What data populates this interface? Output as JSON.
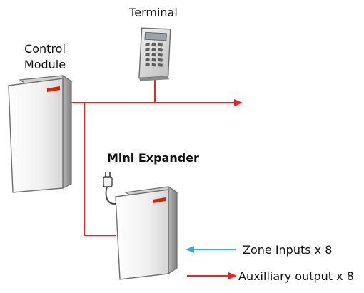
{
  "labels": {
    "terminal": "Terminal",
    "control_module_line1": "Control",
    "control_module_line2": "Module",
    "mini_expander": "Mini Expander",
    "zone_inputs": "Zone Inputs x 8",
    "auxiliary_output": "Auxilliary output x 8"
  },
  "colors": {
    "bus_line": "#ee2222",
    "zone_arrow": "#33aadd",
    "text": "#111111",
    "device_body": "#e4e4e4",
    "device_shadow": "#9a9a9a",
    "indicator": "#dd2200"
  },
  "icons": {
    "terminal": "keypad-terminal-icon",
    "control_module": "control-module-icon",
    "mini_expander": "mini-expander-icon",
    "power_plug": "power-plug-icon"
  }
}
